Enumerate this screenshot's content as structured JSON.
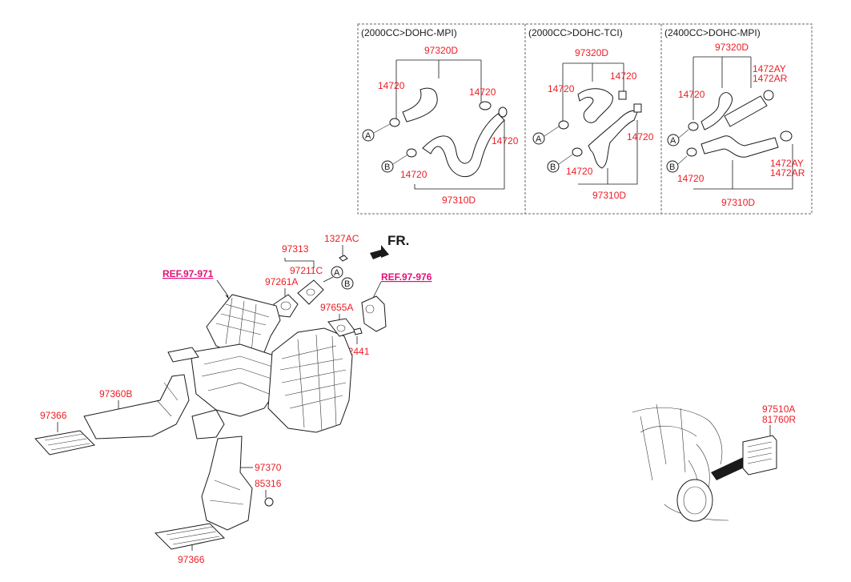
{
  "panels": [
    {
      "header": "(2000CC>DOHC-MPI)",
      "labels": [
        "97320D",
        "14720",
        "14720",
        "14720",
        "14720",
        "97310D"
      ],
      "markers": [
        "A",
        "B"
      ]
    },
    {
      "header": "(2000CC>DOHC-TCI)",
      "labels": [
        "97320D",
        "14720",
        "14720",
        "14720",
        "14720",
        "97310D"
      ],
      "markers": [
        "A",
        "B"
      ]
    },
    {
      "header": "(2400CC>DOHC-MPI)",
      "labels": [
        "97320D",
        "1472AY",
        "1472AR",
        "14720",
        "1472AY",
        "1472AR",
        "14720",
        "97310D"
      ],
      "markers": [
        "A",
        "B"
      ]
    }
  ],
  "main": {
    "ref_left": "REF.97-971",
    "ref_right": "REF.97-976",
    "fr": "FR.",
    "labels": {
      "p97313": "97313",
      "p1327AC": "1327AC",
      "p97211C": "97211C",
      "p97261A": "97261A",
      "p97655A": "97655A",
      "p12441": "12441",
      "p97360B": "97360B",
      "p97366_top": "97366",
      "p97370": "97370",
      "p85316": "85316",
      "p97366_bottom": "97366"
    },
    "markers": [
      "A",
      "B"
    ]
  },
  "vehicle": {
    "label1": "97510A",
    "label2": "81760R"
  }
}
